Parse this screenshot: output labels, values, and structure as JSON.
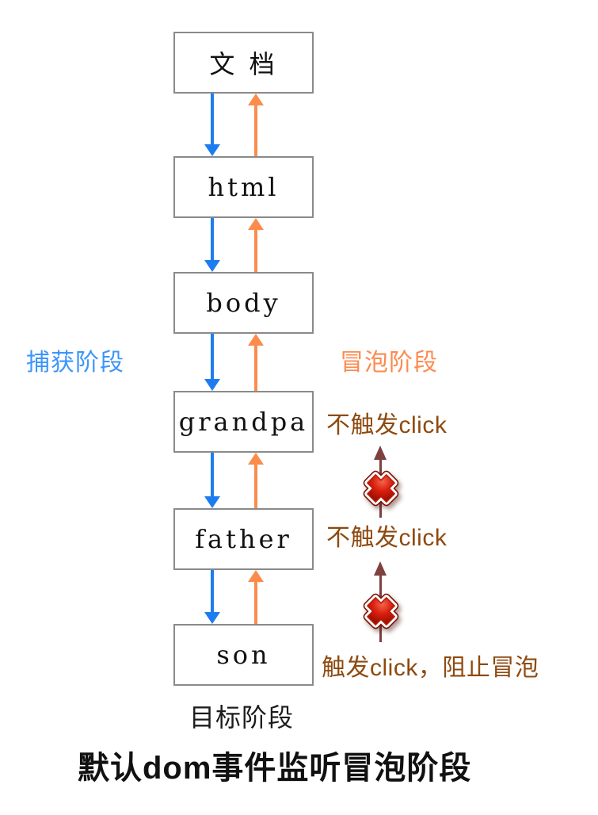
{
  "diagram": {
    "nodes": [
      {
        "label": "文 档"
      },
      {
        "label": "html"
      },
      {
        "label": "body"
      },
      {
        "label": "grandpa"
      },
      {
        "label": "father"
      },
      {
        "label": "son"
      }
    ],
    "phase_labels": {
      "capture": "捕获阶段",
      "bubble": "冒泡阶段",
      "target": "目标阶段"
    },
    "annotations": {
      "no_trigger_grandpa": "不触发click",
      "no_trigger_father": "不触发click",
      "trigger_son": "触发click，阻止冒泡"
    },
    "caption": "默认dom事件监听冒泡阶段",
    "colors": {
      "capture_arrow": "#1d7df0",
      "bubble_arrow": "#fc8c4c",
      "capture_label_text": "#3d95fb",
      "bubble_label_text": "#fc8b50",
      "annotation_text": "#8e4a10",
      "blocked_arrow": "#7f4040",
      "box_border": "#8a8a8a",
      "x_icon_red": "#d32011"
    },
    "icons": {
      "blocked": "x-cross-icon"
    }
  }
}
